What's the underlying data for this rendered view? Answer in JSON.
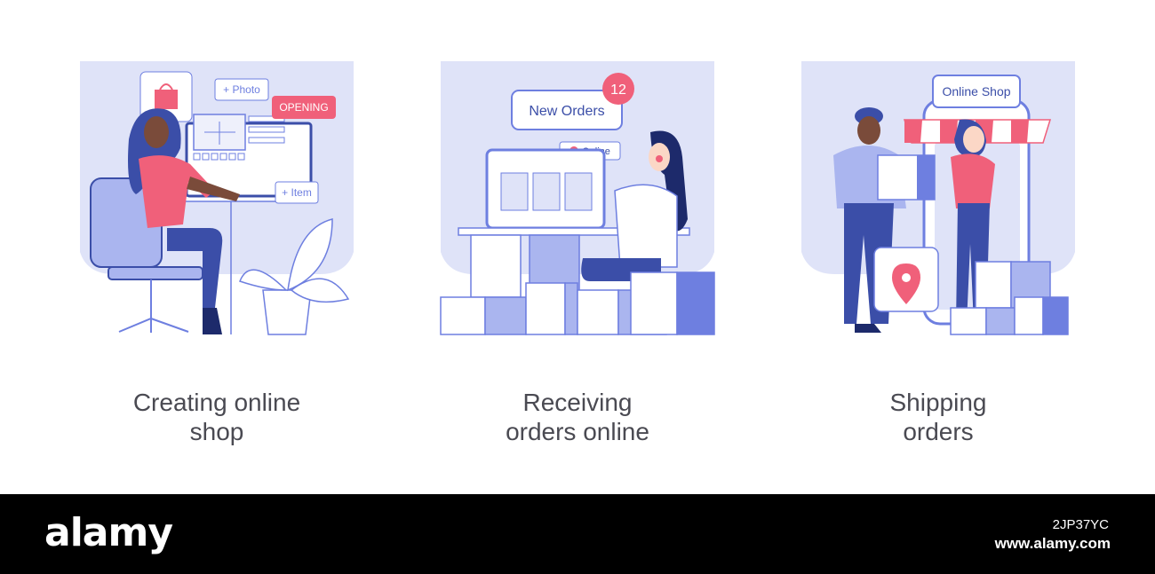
{
  "panels": [
    {
      "caption_line1": "Creating online",
      "caption_line2": "shop",
      "labels": {
        "photo": "+ Photo",
        "opening": "OPENING",
        "item": "+ Item"
      }
    },
    {
      "caption_line1": "Receiving",
      "caption_line2": "orders online",
      "labels": {
        "new_orders": "New Orders",
        "badge": "12",
        "online": "Online"
      }
    },
    {
      "caption_line1": "Shipping",
      "caption_line2": "orders",
      "labels": {
        "online_shop": "Online Shop"
      }
    }
  ],
  "footer": {
    "logo": "alamy",
    "image_id": "2JP37YC",
    "url": "www.alamy.com"
  },
  "colors": {
    "panel_bg": "#dfe3f8",
    "primary_blue": "#6e7fe0",
    "dark_blue": "#3b4ea8",
    "pink": "#f0607a",
    "skin_dark": "#7a4b3a",
    "text_gray": "#4a4a52"
  }
}
